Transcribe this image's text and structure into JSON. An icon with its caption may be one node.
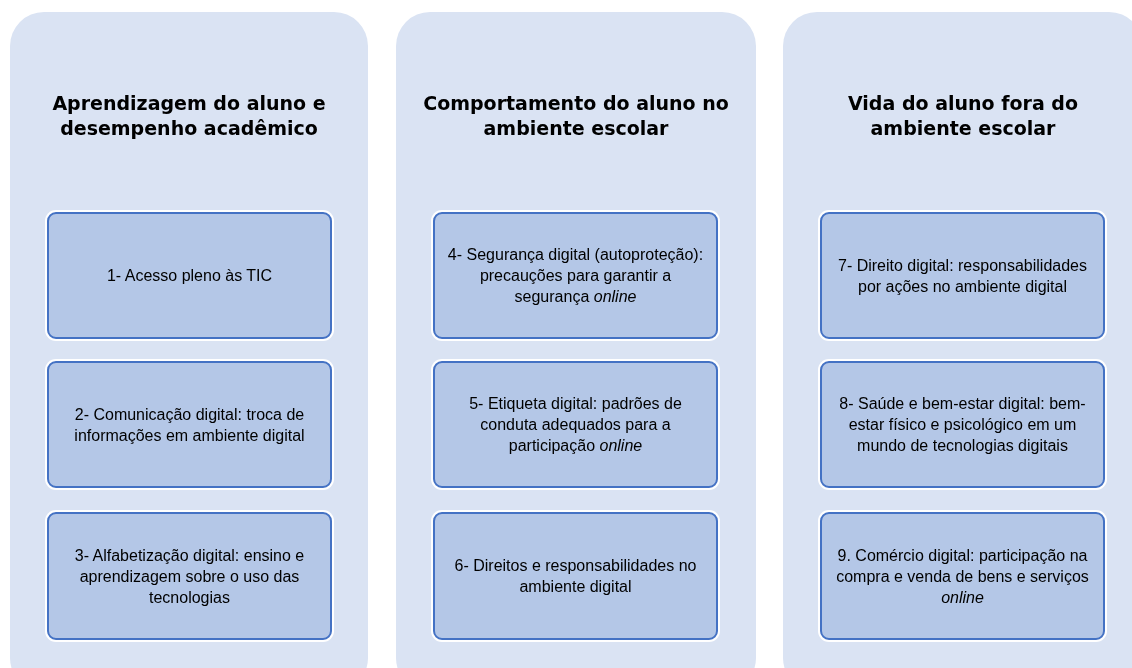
{
  "diagram": {
    "nodes": [
      {
        "text": [
          "Aprendizagem do aluno e desempenho acadêmico"
        ]
      },
      {
        "text": [
          "1- Acesso pleno às TIC"
        ],
        "in": 0
      },
      {
        "text": [
          "2- Comunicação digital: troca de informações em ambiente digital"
        ],
        "in": 0
      },
      {
        "text": [
          "3- Alfabetização digital: ensino e aprendizagem sobre o uso das tecnologias"
        ],
        "in": 0
      },
      {
        "text": [
          "Comportamento do aluno no ambiente escolar"
        ]
      },
      {
        "text": [
          "4- Segurança digital (autoproteção): precauções para garantir a segurança *online*"
        ],
        "in": 4
      },
      {
        "text": [
          "5- Etiqueta digital: padrões de conduta adequados para a participação *online*"
        ],
        "in": 4
      },
      {
        "text": [
          "6- Direitos e responsabilidades no ambiente digital"
        ],
        "in": 4
      },
      {
        "text": [
          "Vida do aluno fora do ambiente escolar"
        ]
      },
      {
        "text": [
          "7- Direito digital: responsabilidades por ações no ambiente digital"
        ],
        "in": 8
      },
      {
        "text": [
          "8- Saúde e bem-estar digital: bem-estar físico e psicológico em um mundo de tecnologias digitais"
        ],
        "in": 8
      },
      {
        "text": [
          "9. Comércio digital: participação na compra e venda de bens e serviços *online*"
        ],
        "in": 8
      }
    ]
  }
}
